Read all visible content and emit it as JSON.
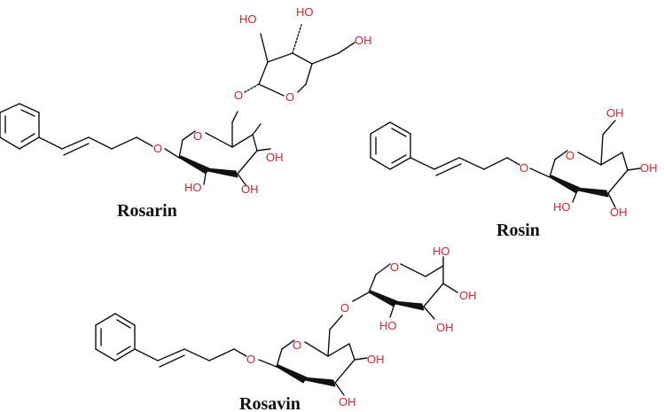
{
  "colors": {
    "bond": "#111111",
    "heteroatom": "#d9232d",
    "background": "#ffffff"
  },
  "molecules": {
    "rosarin": {
      "name": "Rosarin",
      "labels": {
        "o_link": "O",
        "ho_1": "HO",
        "ho_2": "HO",
        "oh_1": "OH",
        "o_ring_top": "O",
        "o_ring": "O",
        "o_gly": "O",
        "oh_a": "OH",
        "ho_a": "HO",
        "oh_b": "OH"
      }
    },
    "rosin": {
      "name": "Rosin",
      "labels": {
        "oh_ch2": "OH",
        "o_ring": "O",
        "o_gly": "O",
        "oh_a": "OH",
        "ho_a": "HO",
        "oh_b": "OH"
      }
    },
    "rosavin": {
      "name": "Rosavin",
      "labels": {
        "oh_top": "HO",
        "oh_1": "OH",
        "oh_2": "OH",
        "ho_1": "HO",
        "o_link": "O",
        "o_ring2": "O",
        "o_ring": "O",
        "o_gly": "O",
        "oh_a": "OH",
        "oh_b": "OH"
      }
    }
  }
}
